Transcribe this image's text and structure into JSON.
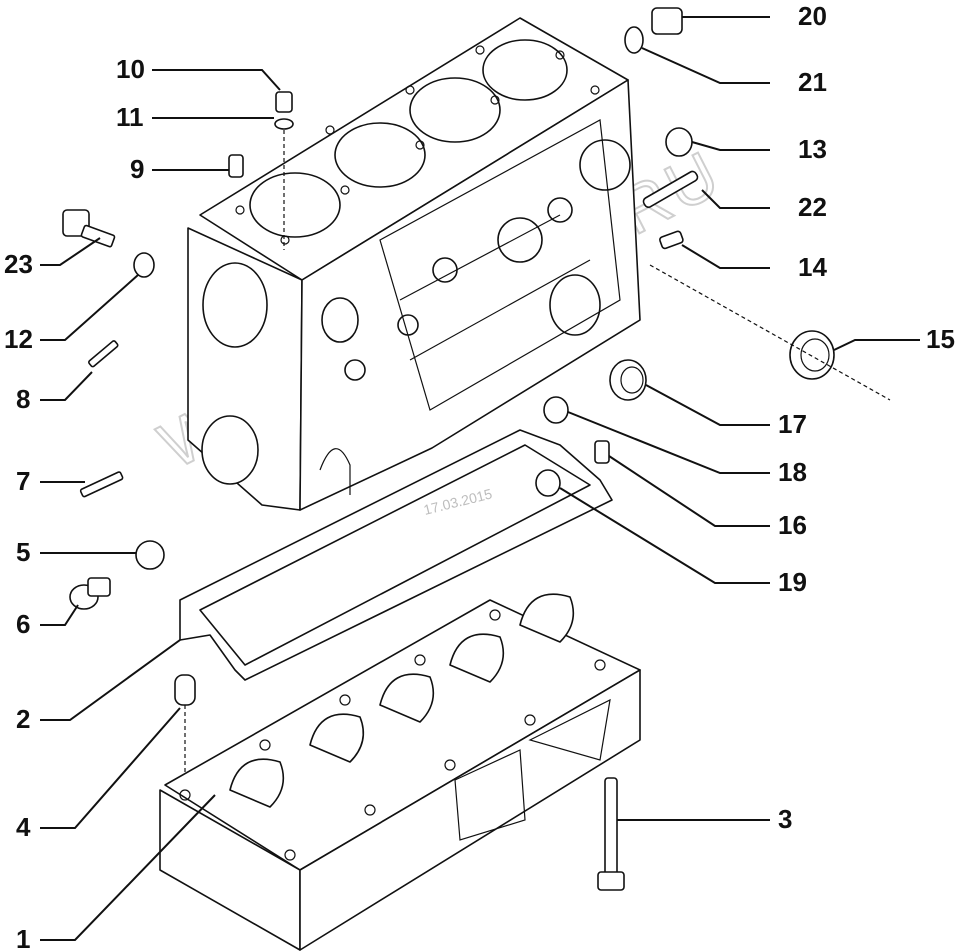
{
  "watermark": "WWW.ELCATS.RU",
  "date_stamp": "17.03.2015",
  "callouts": [
    {
      "id": "1",
      "label": "1"
    },
    {
      "id": "2",
      "label": "2"
    },
    {
      "id": "3",
      "label": "3"
    },
    {
      "id": "4",
      "label": "4"
    },
    {
      "id": "5",
      "label": "5"
    },
    {
      "id": "6",
      "label": "6"
    },
    {
      "id": "7",
      "label": "7"
    },
    {
      "id": "8",
      "label": "8"
    },
    {
      "id": "9",
      "label": "9"
    },
    {
      "id": "10",
      "label": "10"
    },
    {
      "id": "11",
      "label": "11"
    },
    {
      "id": "12",
      "label": "12"
    },
    {
      "id": "13",
      "label": "13"
    },
    {
      "id": "14",
      "label": "14"
    },
    {
      "id": "15",
      "label": "15"
    },
    {
      "id": "16",
      "label": "16"
    },
    {
      "id": "17",
      "label": "17"
    },
    {
      "id": "18",
      "label": "18"
    },
    {
      "id": "19",
      "label": "19"
    },
    {
      "id": "20",
      "label": "20"
    },
    {
      "id": "21",
      "label": "21"
    },
    {
      "id": "22",
      "label": "22"
    },
    {
      "id": "23",
      "label": "23"
    }
  ]
}
